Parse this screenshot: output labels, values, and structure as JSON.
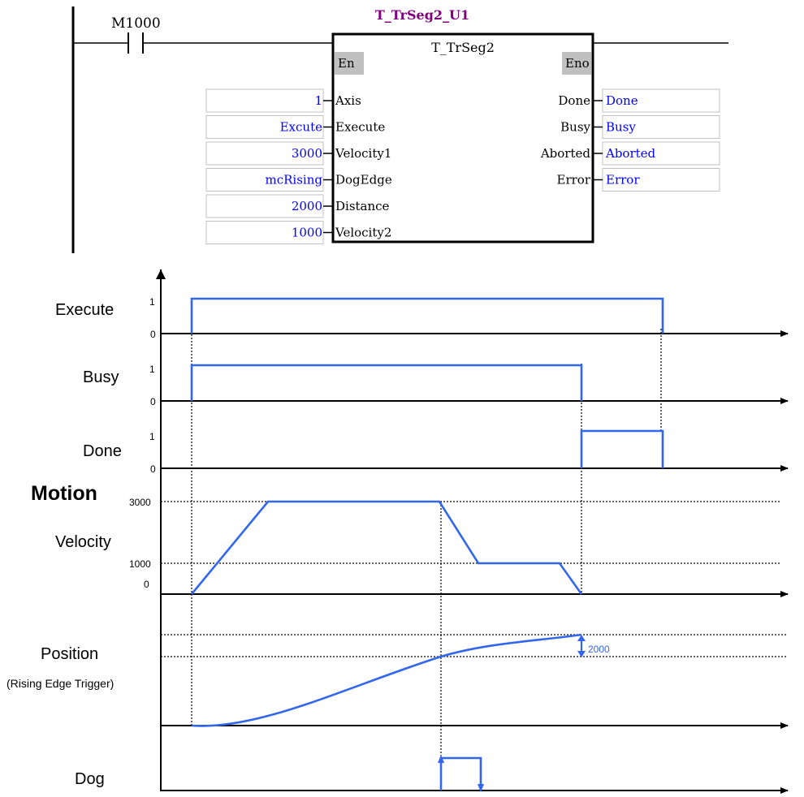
{
  "ladder": {
    "contact_label": "M1000",
    "instance_name": "T_TrSeg2_U1",
    "block_type": "T_TrSeg2",
    "en_label": "En",
    "eno_label": "Eno",
    "inputs": [
      {
        "pin": "Axis",
        "value": "1"
      },
      {
        "pin": "Execute",
        "value": "Excute"
      },
      {
        "pin": "Velocity1",
        "value": "3000"
      },
      {
        "pin": "DogEdge",
        "value": "mcRising"
      },
      {
        "pin": "Distance",
        "value": "2000"
      },
      {
        "pin": "Velocity2",
        "value": "1000"
      }
    ],
    "outputs": [
      {
        "pin": "Done",
        "value": "Done"
      },
      {
        "pin": "Busy",
        "value": "Busy"
      },
      {
        "pin": "Aborted",
        "value": "Aborted"
      },
      {
        "pin": "Error",
        "value": "Error"
      }
    ],
    "colors": {
      "instance": "#800080",
      "value": "#0000ff",
      "block_header": "#c0c0c0"
    }
  },
  "timing": {
    "signals": {
      "execute": {
        "label": "Execute",
        "high": "1",
        "low": "0"
      },
      "busy": {
        "label": "Busy",
        "high": "1",
        "low": "0"
      },
      "done": {
        "label": "Done",
        "high": "1",
        "low": "0"
      }
    },
    "motion_heading": "Motion",
    "velocity": {
      "label": "Velocity",
      "tick_3000": "3000",
      "tick_1000": "1000",
      "tick_0": "0"
    },
    "position": {
      "label": "Position",
      "sublabel": "(Rising Edge Trigger)",
      "distance_note": "2000"
    },
    "dog": {
      "label": "Dog"
    },
    "colors": {
      "trace": "#3366ee",
      "axis": "#000000"
    }
  }
}
